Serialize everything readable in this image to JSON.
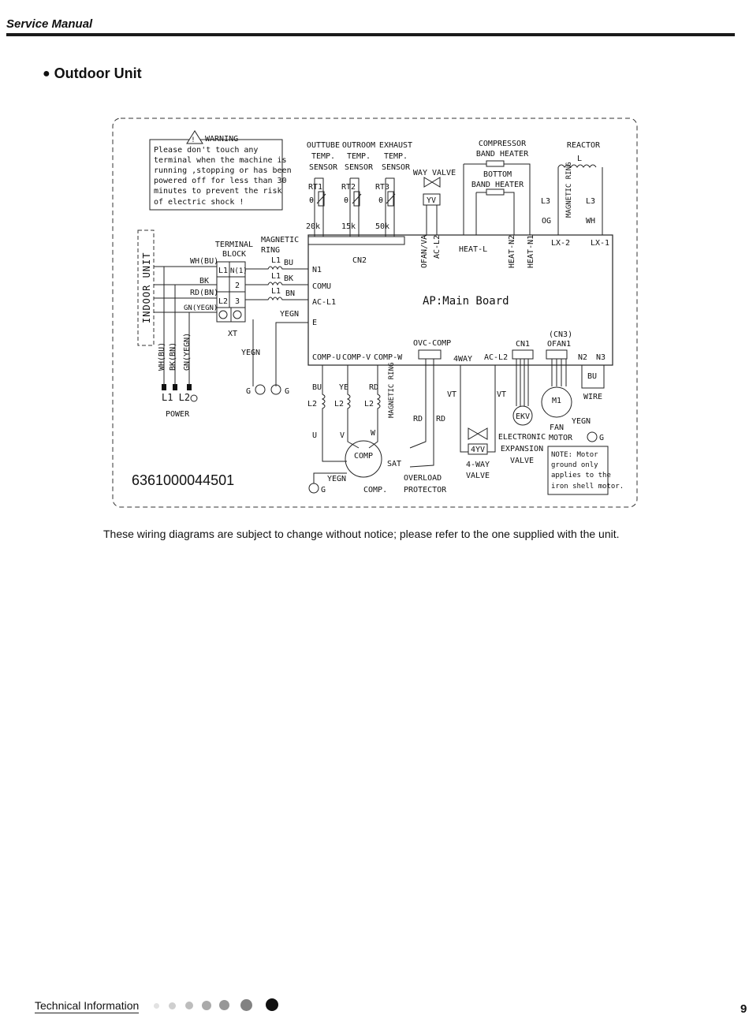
{
  "header": {
    "title": "Service Manual"
  },
  "section": {
    "bullet": "●",
    "title": "Outdoor Unit"
  },
  "warning": {
    "title": "WARNING",
    "lines": [
      "Please don't touch any",
      "terminal when the machine is",
      "running ,stopping or has been",
      "powered off for less than 30",
      "minutes to prevent the risk",
      "of electric shock !"
    ]
  },
  "sensors": {
    "outtube": [
      "OUTTUBE",
      "TEMP.",
      "SENSOR"
    ],
    "outroom": [
      "OUTROOM",
      "TEMP.",
      "SENSOR"
    ],
    "exhaust": [
      "EXHAUST",
      "TEMP.",
      "SENSOR"
    ],
    "rt1": "RT1",
    "rt2": "RT2",
    "rt3": "RT3",
    "theta": "θ",
    "val1": "20k",
    "val2": "15k",
    "val3": "50k",
    "cn2": "CN2"
  },
  "way_valve": {
    "label": "WAY VALVE",
    "yv": "YV"
  },
  "heaters": {
    "compressor": [
      "COMPRESSOR",
      "BAND HEATER"
    ],
    "bottom": [
      "BOTTOM",
      "BAND HEATER"
    ]
  },
  "reactor": {
    "label": "REACTOR",
    "l": "L",
    "l3a": "L3",
    "l3b": "L3",
    "og": "OG",
    "wh": "WH",
    "ring": "MAGNETIC RING"
  },
  "board": {
    "title": "AP:Main Board",
    "left_terms": [
      "N1",
      "COMU",
      "AC-L1",
      "E"
    ],
    "top_terms": [
      "OFAN/VA",
      "AC-L2",
      "HEAT-L",
      "HEAT-N2",
      "HEAT-N1",
      "LX-2",
      "LX-1"
    ],
    "bottom_terms": [
      "COMP-U",
      "COMP-V",
      "COMP-W",
      "OVC-COMP",
      "4WAY",
      "AC-L2",
      "CN1",
      "(CN3)",
      "OFAN1",
      "N2",
      "N3"
    ]
  },
  "indoor": {
    "label": "INDOOR UNIT"
  },
  "terminal": {
    "title": [
      "TERMINAL",
      "BLOCK"
    ],
    "cells": [
      "L1",
      "N(1)",
      "2",
      "L2",
      "3"
    ],
    "xt": "XT",
    "wires": [
      "WH(BU)",
      "BK",
      "RD(BN)",
      "GN(YEGN)"
    ],
    "vwires": [
      "WH(BU)",
      "BK(BN)",
      "GN(YEGN)"
    ]
  },
  "mag_ring": {
    "label": [
      "MAGNETIC",
      "RING"
    ],
    "l1": "L1",
    "wires": [
      "BU",
      "BK",
      "BN"
    ],
    "yegn": "YEGN"
  },
  "power": {
    "l1l2": "L1 L2",
    "label": "POWER"
  },
  "ground": {
    "g": "G",
    "yegn": "YEGN"
  },
  "compressor": {
    "wires": [
      "BU",
      "YE",
      "RD"
    ],
    "l2": "L2",
    "ring": "MAGNETIC RING",
    "uvw": [
      "U",
      "V",
      "W"
    ],
    "comp": "COMP",
    "sat": "SAT",
    "label": "COMP.",
    "rd": "RD",
    "yegn": "YEGN",
    "g": "G"
  },
  "overload": {
    "label": [
      "OVERLOAD",
      "PROTECTOR"
    ]
  },
  "fourway": {
    "vt": "VT",
    "code": "4YV",
    "label": [
      "4-WAY",
      "VALVE"
    ]
  },
  "ekv": {
    "code": "EKV",
    "label": [
      "ELECTRONIC",
      "EXPANSION",
      "VALVE"
    ]
  },
  "fan": {
    "code": "M1",
    "label": [
      "FAN",
      "MOTOR"
    ],
    "yegn": "YEGN",
    "g": "G",
    "bu": "BU",
    "wire": "WIRE"
  },
  "note": {
    "lines": [
      "NOTE: Motor",
      "ground only",
      "applies to the",
      "iron shell motor."
    ]
  },
  "code": "6361000044501",
  "caption": "These wiring diagrams are subject to change without notice; please refer to the one supplied with the unit.",
  "footer": {
    "label": "Technical Information",
    "page": "9"
  },
  "colors": {
    "rule": "#1a1a1a",
    "dots": [
      "#e2e2e2",
      "#cfcfcf",
      "#bdbdbd",
      "#aaaaaa",
      "#979797",
      "#828282",
      "#111111"
    ]
  }
}
